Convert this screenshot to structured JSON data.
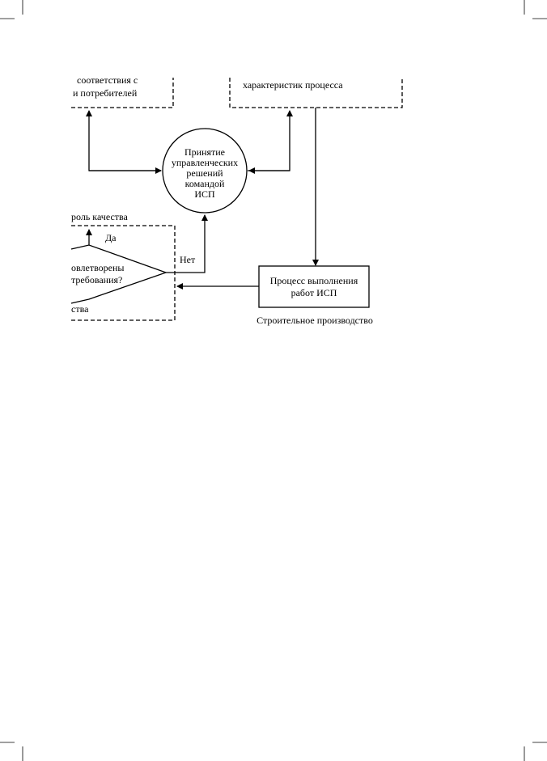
{
  "diagram": {
    "box_left_line1": "соответствия с",
    "box_left_line2": "и  потребителей",
    "box_right_line1": "характеристик процесса",
    "circle_lines": [
      "Принятие",
      "управленческих",
      "решений",
      "командой",
      "ИСП"
    ],
    "control_label": "роль качества",
    "yes_label": "Да",
    "no_label": "Нет",
    "diamond_line1": "овлетворены",
    "diamond_line2": "требования?",
    "control_bottom_label": "ства",
    "process_line1": "Процесс выполнения",
    "process_line2": "работ ИСП",
    "production_label": "Строительное производство"
  }
}
